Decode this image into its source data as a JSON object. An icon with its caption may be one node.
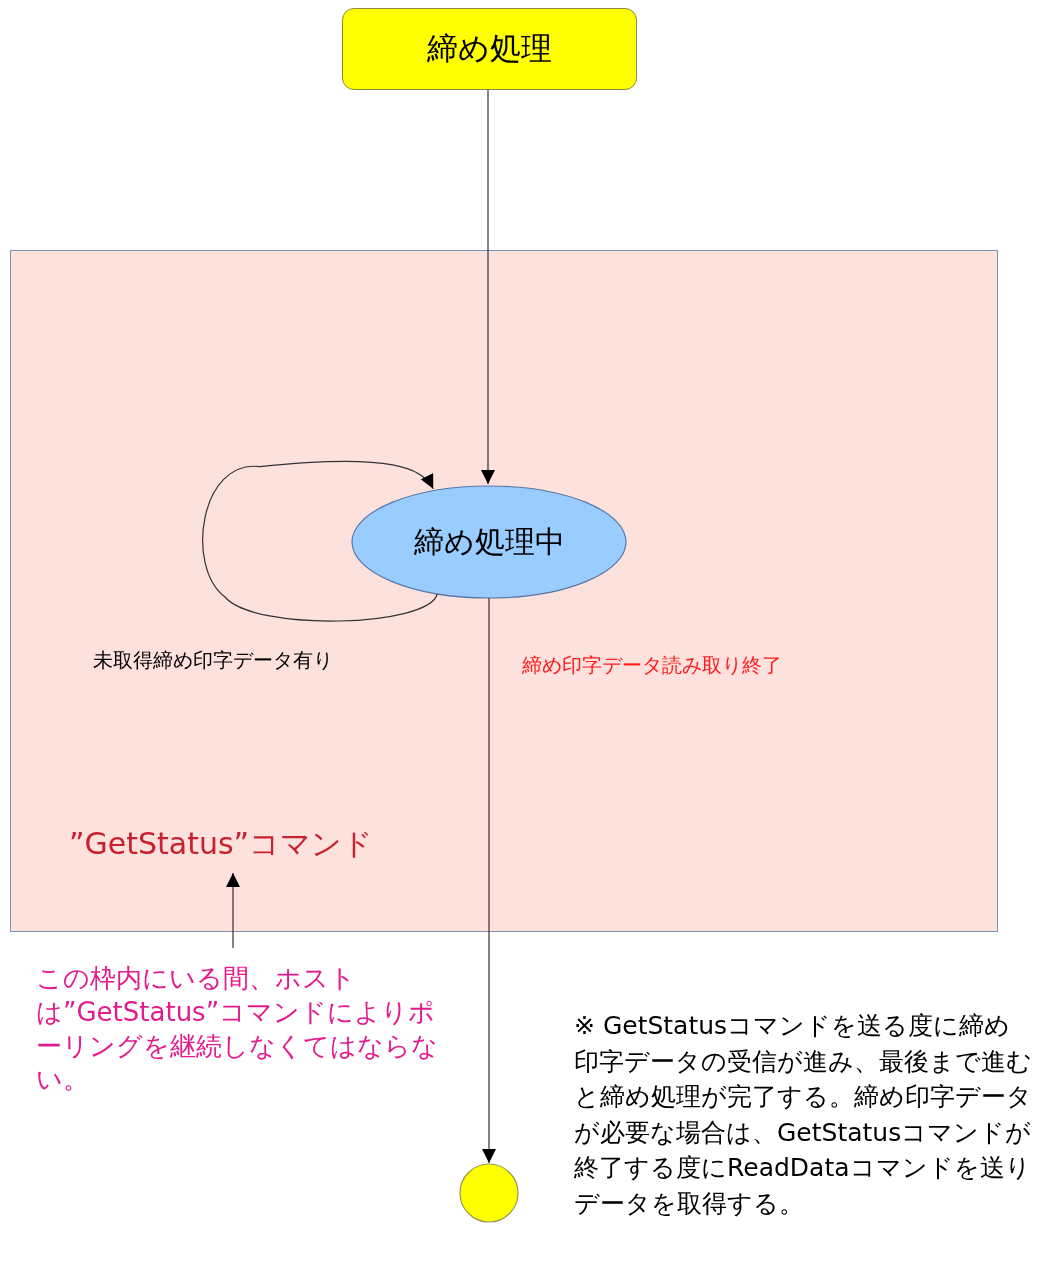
{
  "diagram": {
    "nodes": [
      {
        "text": [
          "締め処理"
        ]
      },
      {
        "text": [
          "”GetStatus”コマンド"
        ]
      },
      {
        "text": [
          "締め処理中"
        ],
        "in": 1
      },
      {
        "text": [],
        "shape": "circle"
      },
      {
        "text": [
          "この枠内にいる間、ホストは”GetStatus”コマンドによりポーリングを継続しなくてはならない。"
        ]
      }
    ],
    "edges": [
      {
        "from": 0,
        "to": 2,
        "arrow": "to"
      },
      {
        "from": 2,
        "to": 2,
        "arrow": "to",
        "label": "未取得締め印字データ有り"
      },
      {
        "from": 2,
        "to": 3,
        "arrow": "to",
        "label": "締め印字データ読み取り終了"
      },
      {
        "from": 4,
        "to": 1,
        "arrow": "to"
      }
    ],
    "labels": [
      "※ GetStatusコマンドを送る度に締め印字データの受信が進み、最後まで進むと締め処理が完了する。締め印字データが必要な場合は、GetStatusコマンドが終了する度にReadDataコマンドを送りデータを取得する。"
    ]
  }
}
